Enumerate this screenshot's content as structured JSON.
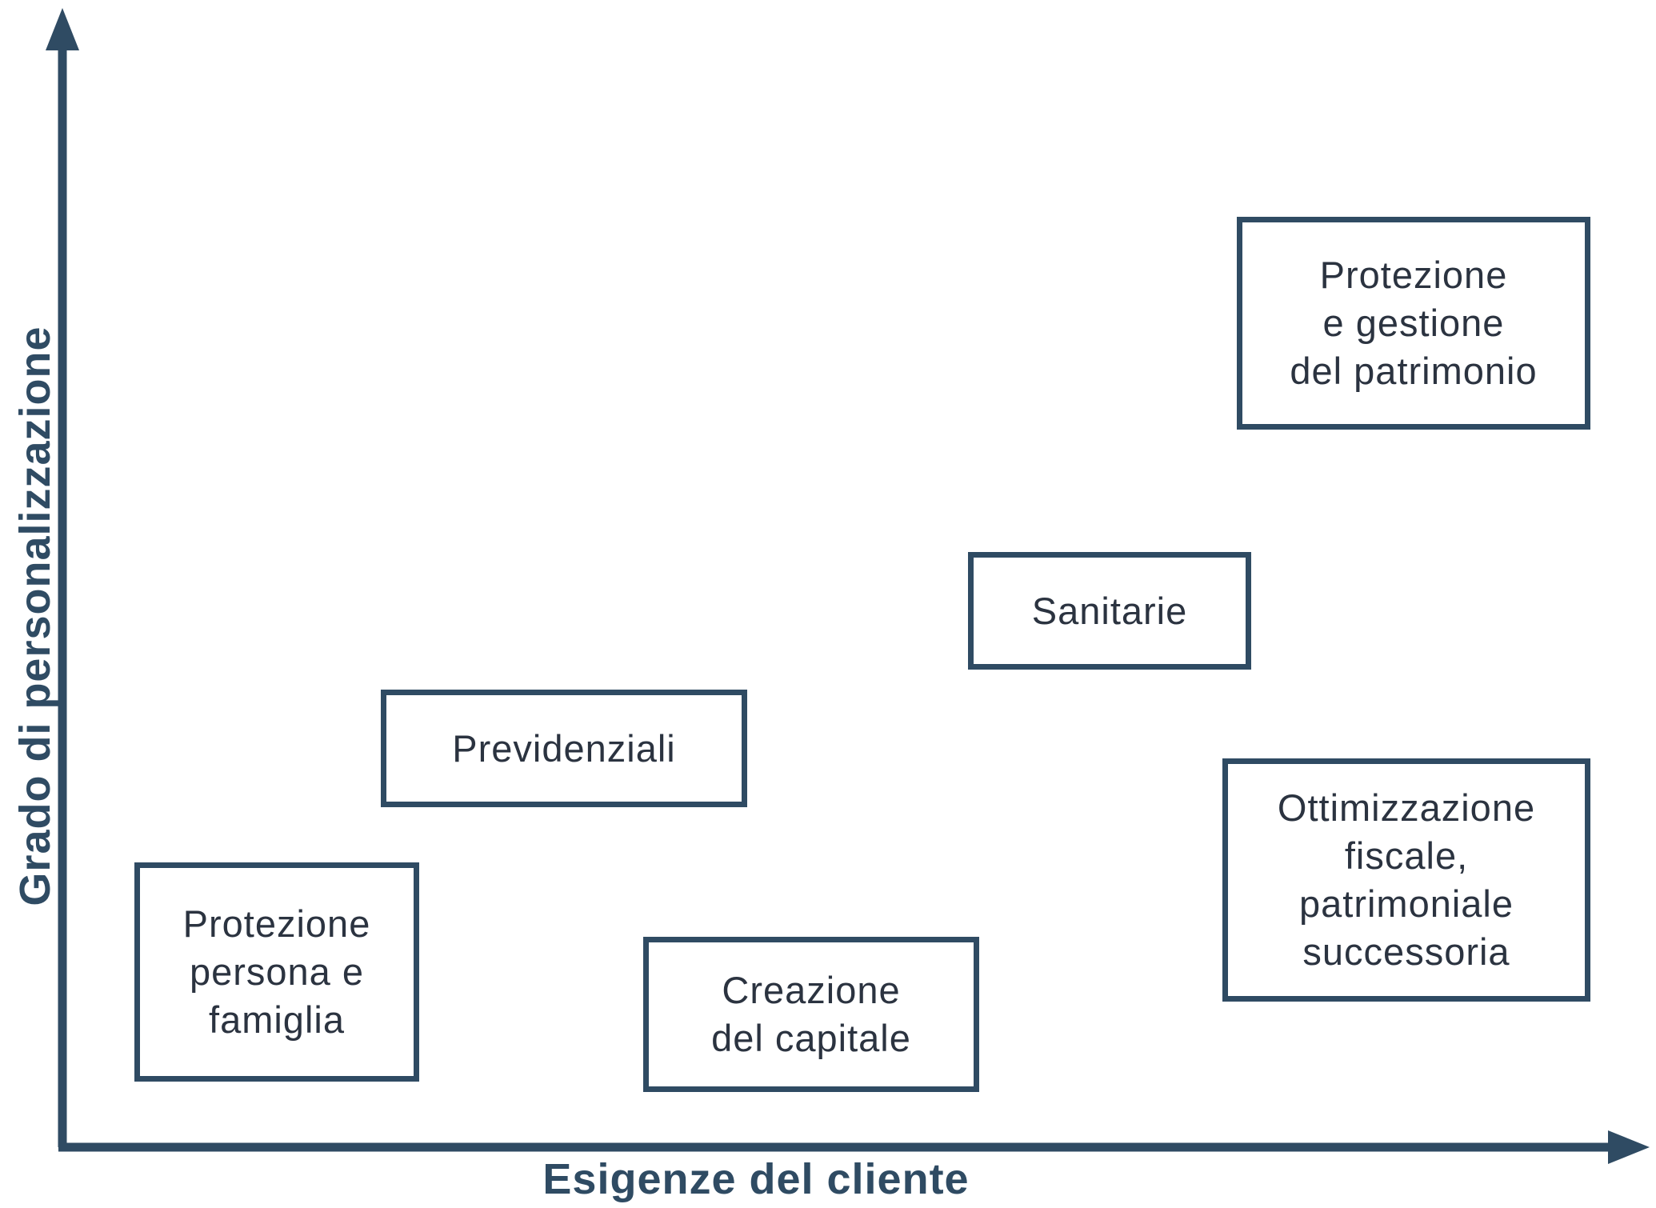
{
  "axes": {
    "x_label": "Esigenze del cliente",
    "y_label": "Grado di personalizzazione",
    "color": "#2f4b63"
  },
  "boxes": [
    {
      "id": "protezione-persona-famiglia",
      "text": "Protezione\npersona e\nfamiglia"
    },
    {
      "id": "previdenziali",
      "text": "Previdenziali"
    },
    {
      "id": "creazione-capitale",
      "text": "Creazione\ndel capitale"
    },
    {
      "id": "sanitarie",
      "text": "Sanitarie"
    },
    {
      "id": "protezione-gestione-patrimonio",
      "text": "Protezione\ne gestione\ndel patrimonio"
    },
    {
      "id": "ottimizzazione-fiscale",
      "text": "Ottimizzazione\nfiscale,\npatrimoniale\nsuccessoria"
    }
  ]
}
